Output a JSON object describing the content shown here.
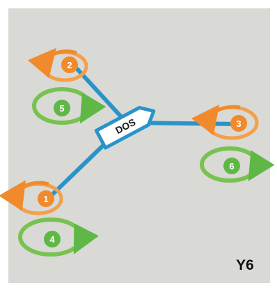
{
  "diagram": {
    "controller_label": "DOS",
    "frame_label": "Y6",
    "rotors": [
      {
        "id": "2",
        "color": "orange"
      },
      {
        "id": "5",
        "color": "green"
      },
      {
        "id": "3",
        "color": "orange"
      },
      {
        "id": "6",
        "color": "green"
      },
      {
        "id": "1",
        "color": "orange"
      },
      {
        "id": "4",
        "color": "green"
      }
    ]
  },
  "colors": {
    "background": "#d9d9d6",
    "arm": "#2a93c7",
    "orange": "#f08a2c",
    "orange_ring": "#f3a04a",
    "green": "#5fb845",
    "green_ring": "#78c24f",
    "label_text": "#ffffff",
    "controller_fill": "#ffffff",
    "controller_stroke": "#2a93c7",
    "frame_text": "#111111"
  },
  "icons": {
    "controller": "arrow-shaped-flight-controller-icon",
    "rotation": "rotation-arrow-icon"
  }
}
